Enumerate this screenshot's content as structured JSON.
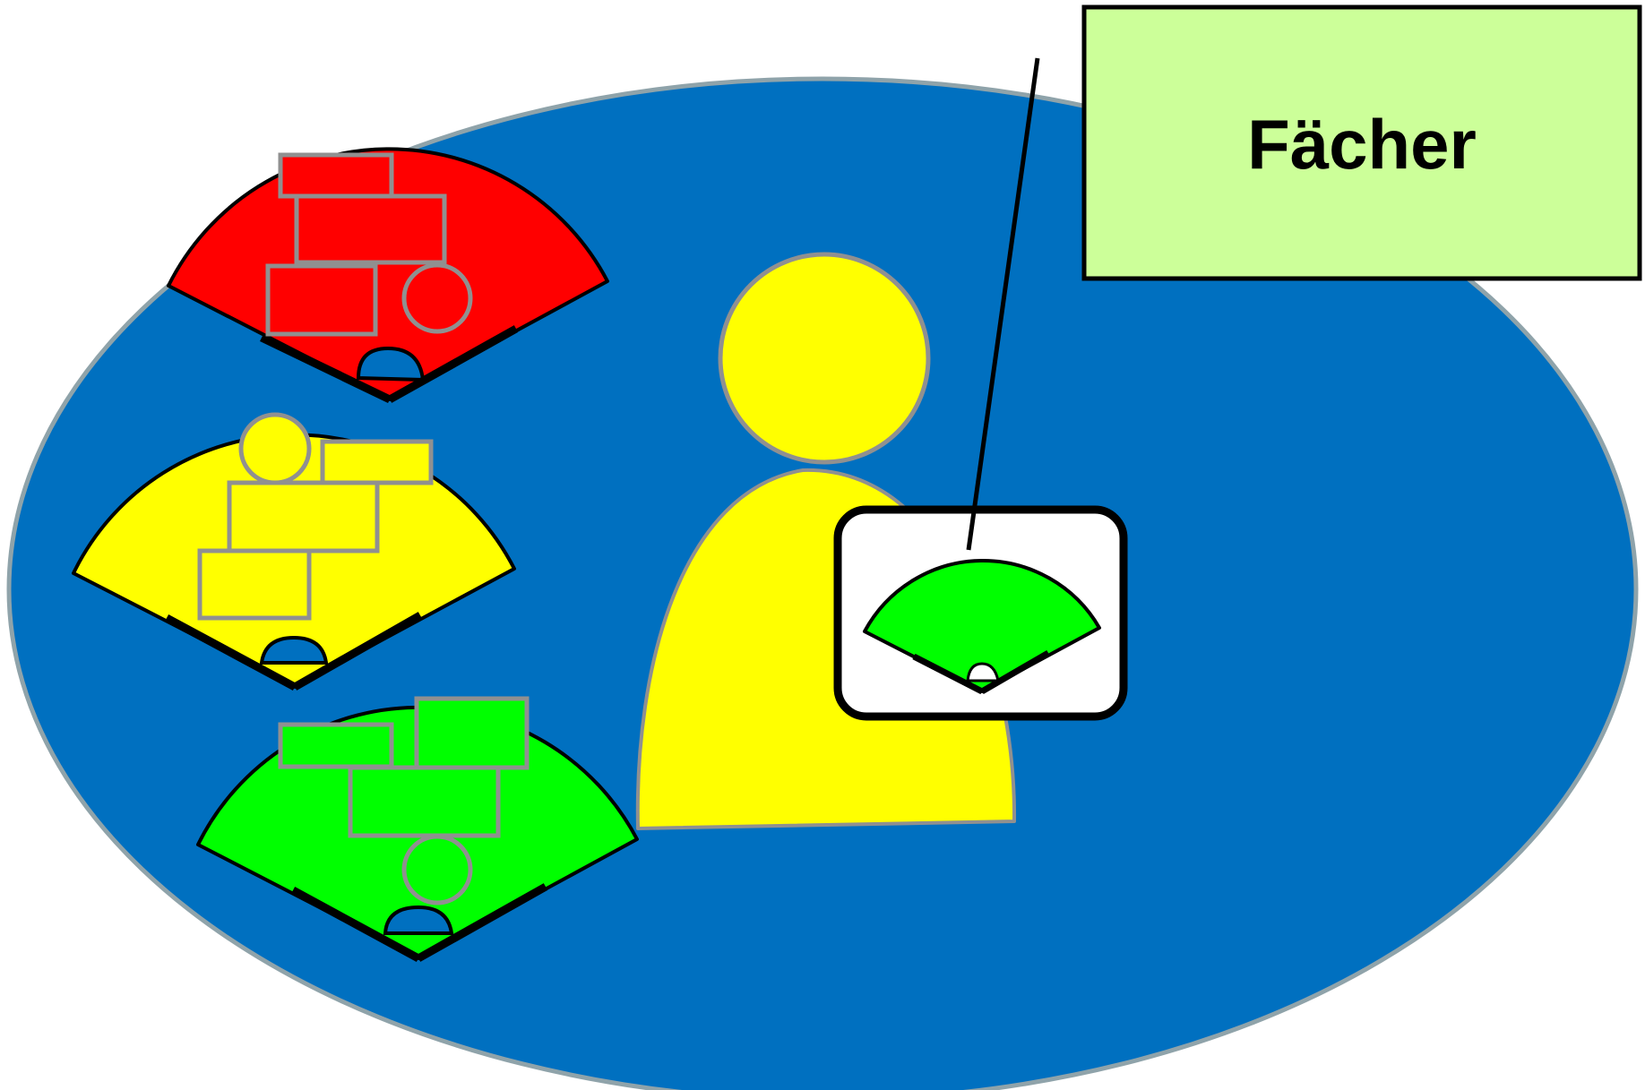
{
  "label": {
    "text": "Fächer"
  },
  "colors": {
    "background": "#ffffff",
    "ellipse_fill": "#0070c0",
    "ellipse_stroke": "#8fa3aa",
    "fan_red": "#ff0000",
    "fan_yellow": "#ffff00",
    "fan_green": "#00ff00",
    "person": "#ffff00",
    "label_box": "#ccff99",
    "card": "#ffffff",
    "shape_stroke": "#909090",
    "outline": "#000000"
  },
  "fans": [
    {
      "name": "fan-red",
      "color_key": "fan_red"
    },
    {
      "name": "fan-yellow",
      "color_key": "fan_yellow"
    },
    {
      "name": "fan-green",
      "color_key": "fan_green"
    }
  ]
}
